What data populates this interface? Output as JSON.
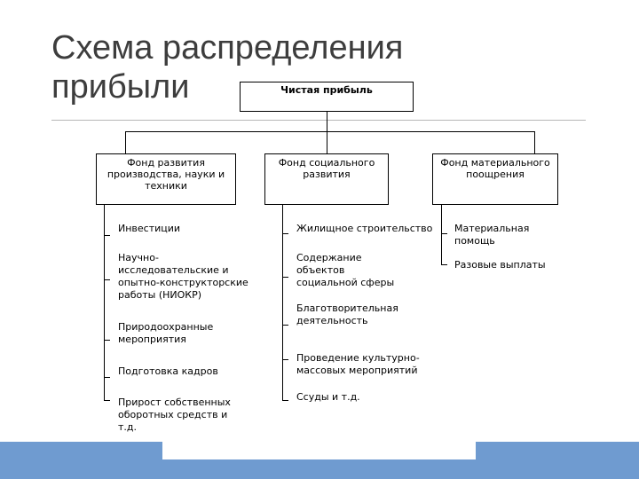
{
  "title": "Схема распределения прибыли",
  "root": "Чистая прибыль",
  "funds": [
    {
      "label": "Фонд развития производства, науки и техники"
    },
    {
      "label": "Фонд социального развития"
    },
    {
      "label": "Фонд материального поощрения"
    }
  ],
  "col1": [
    "Инвестиции",
    "Научно-\nисследовательские и\nопытно-конструкторские\nработы (НИОКР)",
    "Природоохранные\nмероприятия",
    "Подготовка кадров",
    "Прирост собственных\nоборотных средств и\nт.д."
  ],
  "col2": [
    "Жилищное строительство",
    "Содержание\nобъектов\nсоциальной сферы",
    "Благотворительная\nдеятельность",
    "Проведение культурно-\nмассовых мероприятий",
    "Ссуды и т.д."
  ],
  "col3": [
    "Материальная\nпомощь",
    "Разовые выплаты"
  ],
  "colors": {
    "footer": "#6f9bd0",
    "title": "#3d3d3d",
    "rule": "#b7b7b7"
  }
}
